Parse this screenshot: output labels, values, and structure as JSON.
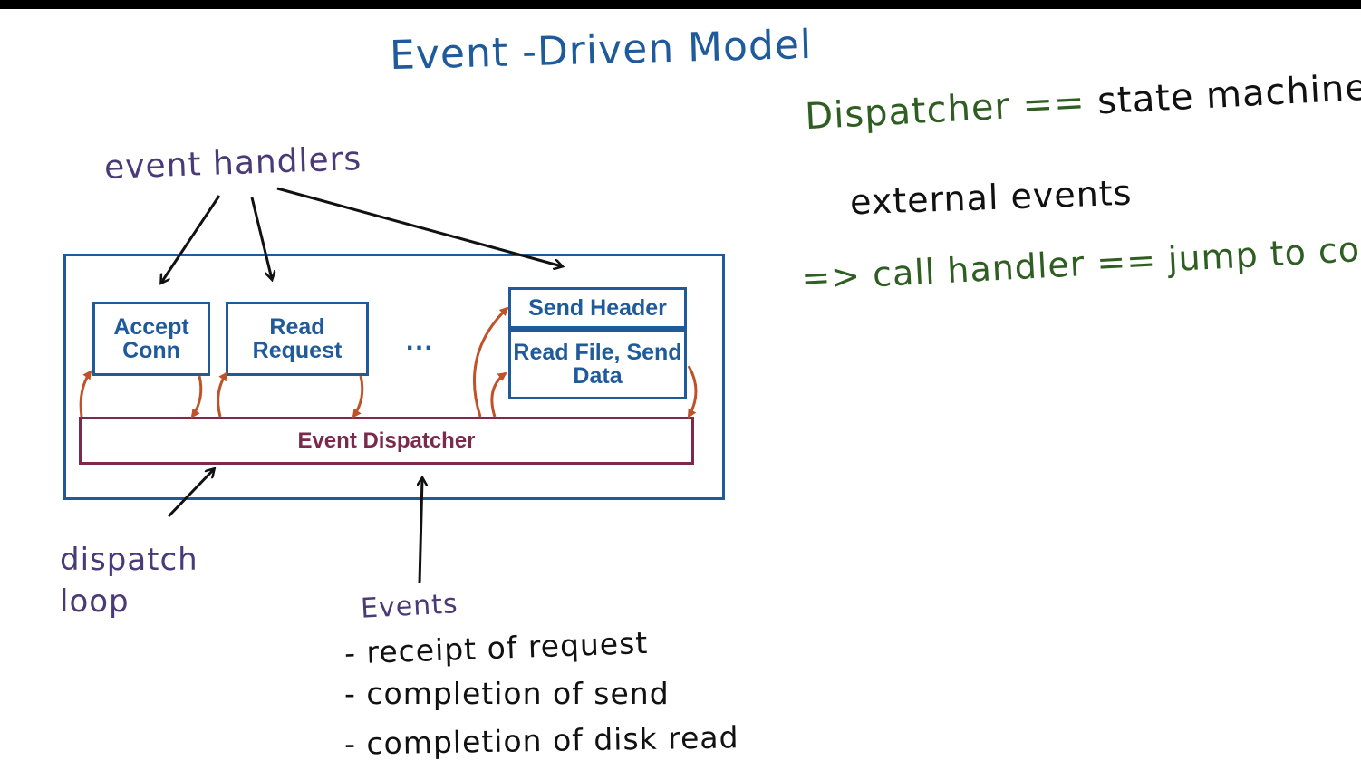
{
  "title": "Event -Driven Model",
  "handlers_label": "event handlers",
  "diagram": {
    "handlers": [
      {
        "label": "Accept Conn"
      },
      {
        "label": "Read Request"
      },
      {
        "label": "Send Header"
      },
      {
        "label": "Read File, Send Data"
      }
    ],
    "ellipsis": "...",
    "dispatcher": "Event Dispatcher"
  },
  "dispatch_loop_label": "dispatch loop",
  "events": {
    "heading": "Events",
    "items": [
      "- receipt of request",
      "- completion of send",
      "- completion of disk read"
    ]
  },
  "notes": {
    "line1_a": "Dispatcher ==",
    "line1_b": "state machine",
    "line2": "external events",
    "line3": "=> call handler == jump to code"
  },
  "colors": {
    "handler_blue": "#1f5a9a",
    "dispatcher_maroon": "#7a2a4a",
    "orange_arrow": "#c0522a",
    "note_green": "#2f5e22",
    "label_purple": "#4a3b78"
  }
}
